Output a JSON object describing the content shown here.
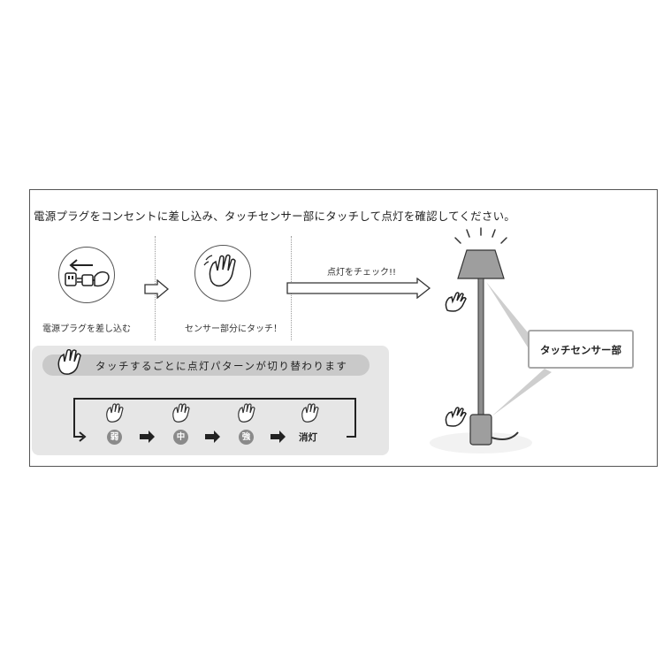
{
  "instruction": "電源プラグをコンセントに差し込み、タッチセンサー部にタッチして点灯を確認してください。",
  "steps": {
    "plug_label": "電源プラグを差し込む",
    "touch_label": "センサー部分にタッチ！",
    "check_label": "点灯をチェック!!"
  },
  "cycle": {
    "title": "タッチするごとに点灯パターンが切り替わります",
    "hand_caption": "タッチ",
    "levels": [
      "弱",
      "中",
      "強",
      "消灯"
    ]
  },
  "callout": "タッチセンサー部",
  "colors": {
    "panel": "#e6e6e6",
    "pill": "#c9c9c9",
    "badge": "#8a8a8a",
    "callout_border": "#a8a8a8"
  },
  "icons": [
    "plug-icon",
    "touch-hand-icon",
    "hand-icon",
    "floor-lamp-icon",
    "arrow-right-icon"
  ]
}
